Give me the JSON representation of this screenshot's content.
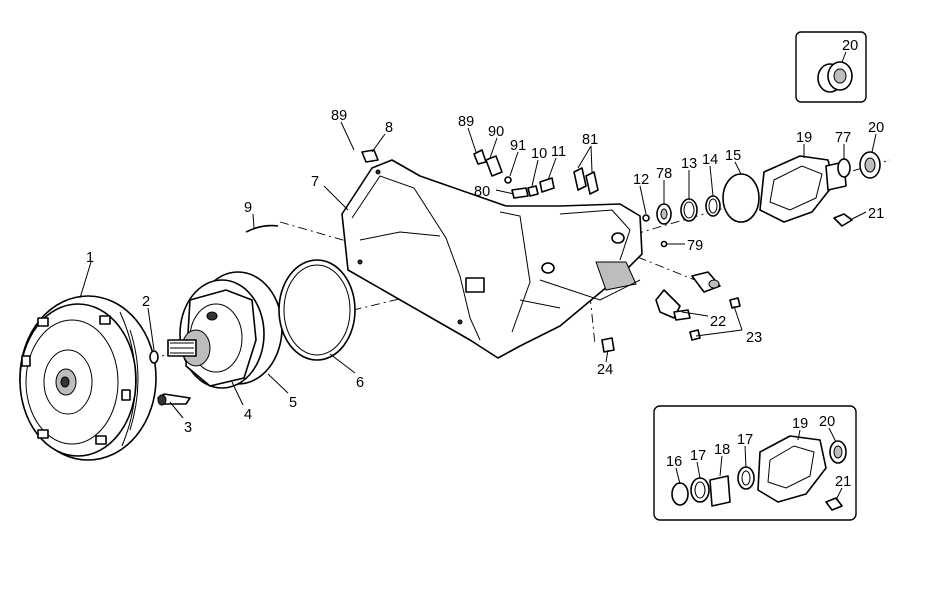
{
  "callouts": {
    "c1": "1",
    "c2": "2",
    "c3": "3",
    "c4": "4",
    "c5": "5",
    "c6": "6",
    "c7": "7",
    "c8": "8",
    "c9": "9",
    "c10": "10",
    "c11": "11",
    "c12": "12",
    "c13": "13",
    "c14": "14",
    "c15": "15",
    "c19": "19",
    "c20": "20",
    "c21": "21",
    "c22": "22",
    "c23": "23",
    "c24": "24",
    "c77": "77",
    "c78": "78",
    "c79": "79",
    "c80": "80",
    "c81": "81",
    "c89a": "89",
    "c89b": "89",
    "c90": "90",
    "c91": "91"
  },
  "inset_top": {
    "c20": "20"
  },
  "inset_bottom": {
    "c16": "16",
    "c17a": "17",
    "c18": "18",
    "c17b": "17",
    "c19": "19",
    "c20": "20",
    "c21": "21"
  },
  "colors": {
    "ink": "#000000",
    "paper": "#ffffff",
    "shade": "#bdbdbd"
  }
}
